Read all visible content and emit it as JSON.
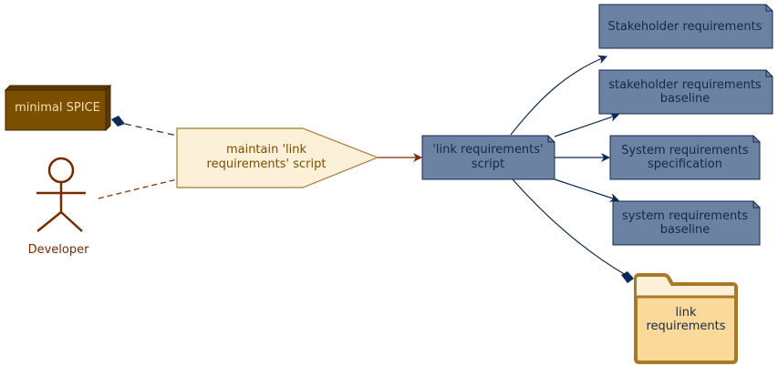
{
  "nodes": {
    "minimal_spice": {
      "lines": [
        "minimal SPICE"
      ]
    },
    "developer": {
      "lines": [
        "Developer"
      ]
    },
    "process": {
      "lines": [
        "maintain 'link",
        "requirements' script"
      ]
    },
    "script": {
      "lines": [
        "'link requirements'",
        "script"
      ]
    },
    "stakeholder_req": {
      "lines": [
        "Stakeholder requirements"
      ]
    },
    "stakeholder_baseline": {
      "lines": [
        "stakeholder requirements",
        "baseline"
      ]
    },
    "system_spec": {
      "lines": [
        "System requirements",
        "specification"
      ]
    },
    "system_baseline": {
      "lines": [
        "system requirements",
        "baseline"
      ]
    },
    "folder": {
      "lines": [
        "link",
        "requirements"
      ]
    }
  },
  "colors": {
    "node_dark_brown": "#7a4f00",
    "node_text_light": "#f5deaf",
    "process_fill": "#fdf0d8",
    "process_stroke": "#a47a2e",
    "process_text": "#7a4f00",
    "actor": "#7a2a00",
    "artifact_fill": "#6b82a3",
    "artifact_stroke": "#102a50",
    "artifact_text": "#102a50",
    "edge_dark": "#0b2a55",
    "edge_red": "#7a2a00",
    "folder_fill": "#fbd99a",
    "folder_tab": "#fdf0d8",
    "folder_stroke": "#a87a26"
  }
}
